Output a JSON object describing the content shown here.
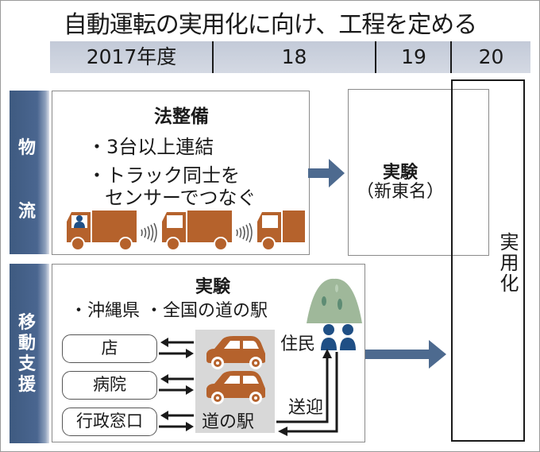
{
  "title": "自動運転の実用化に向け、工程を定める",
  "timeline": {
    "years": [
      "2017年度",
      "18",
      "19",
      "20"
    ]
  },
  "logistics": {
    "side_label": [
      "物",
      "流"
    ],
    "law_box": {
      "heading": "法整備",
      "bullets": [
        "・3台以上連結",
        "・トラック同士を",
        "センサーでつなぐ"
      ]
    },
    "experiment_box": {
      "line1": "実験",
      "line2": "（新東名）"
    }
  },
  "mobility": {
    "side_label": [
      "移",
      "動",
      "支",
      "援"
    ],
    "heading": "実験",
    "locations": "・沖縄県 ・全国の道の駅",
    "destinations": [
      "店",
      "病院",
      "行政窓口"
    ],
    "station_label": "道の駅",
    "residents_label": "住民",
    "pickup_label": "送迎"
  },
  "practical_use": {
    "label": "実用化"
  },
  "colors": {
    "side_tab": "#3e5a80",
    "arrow_blue": "#4d6a8f",
    "vehicle_brown": "#b5622c",
    "person_blue": "#1f4f85",
    "hill_green": "#9fb89a",
    "timeline_bg": "#c8cfdc",
    "station_gray": "#d8d8d8"
  }
}
